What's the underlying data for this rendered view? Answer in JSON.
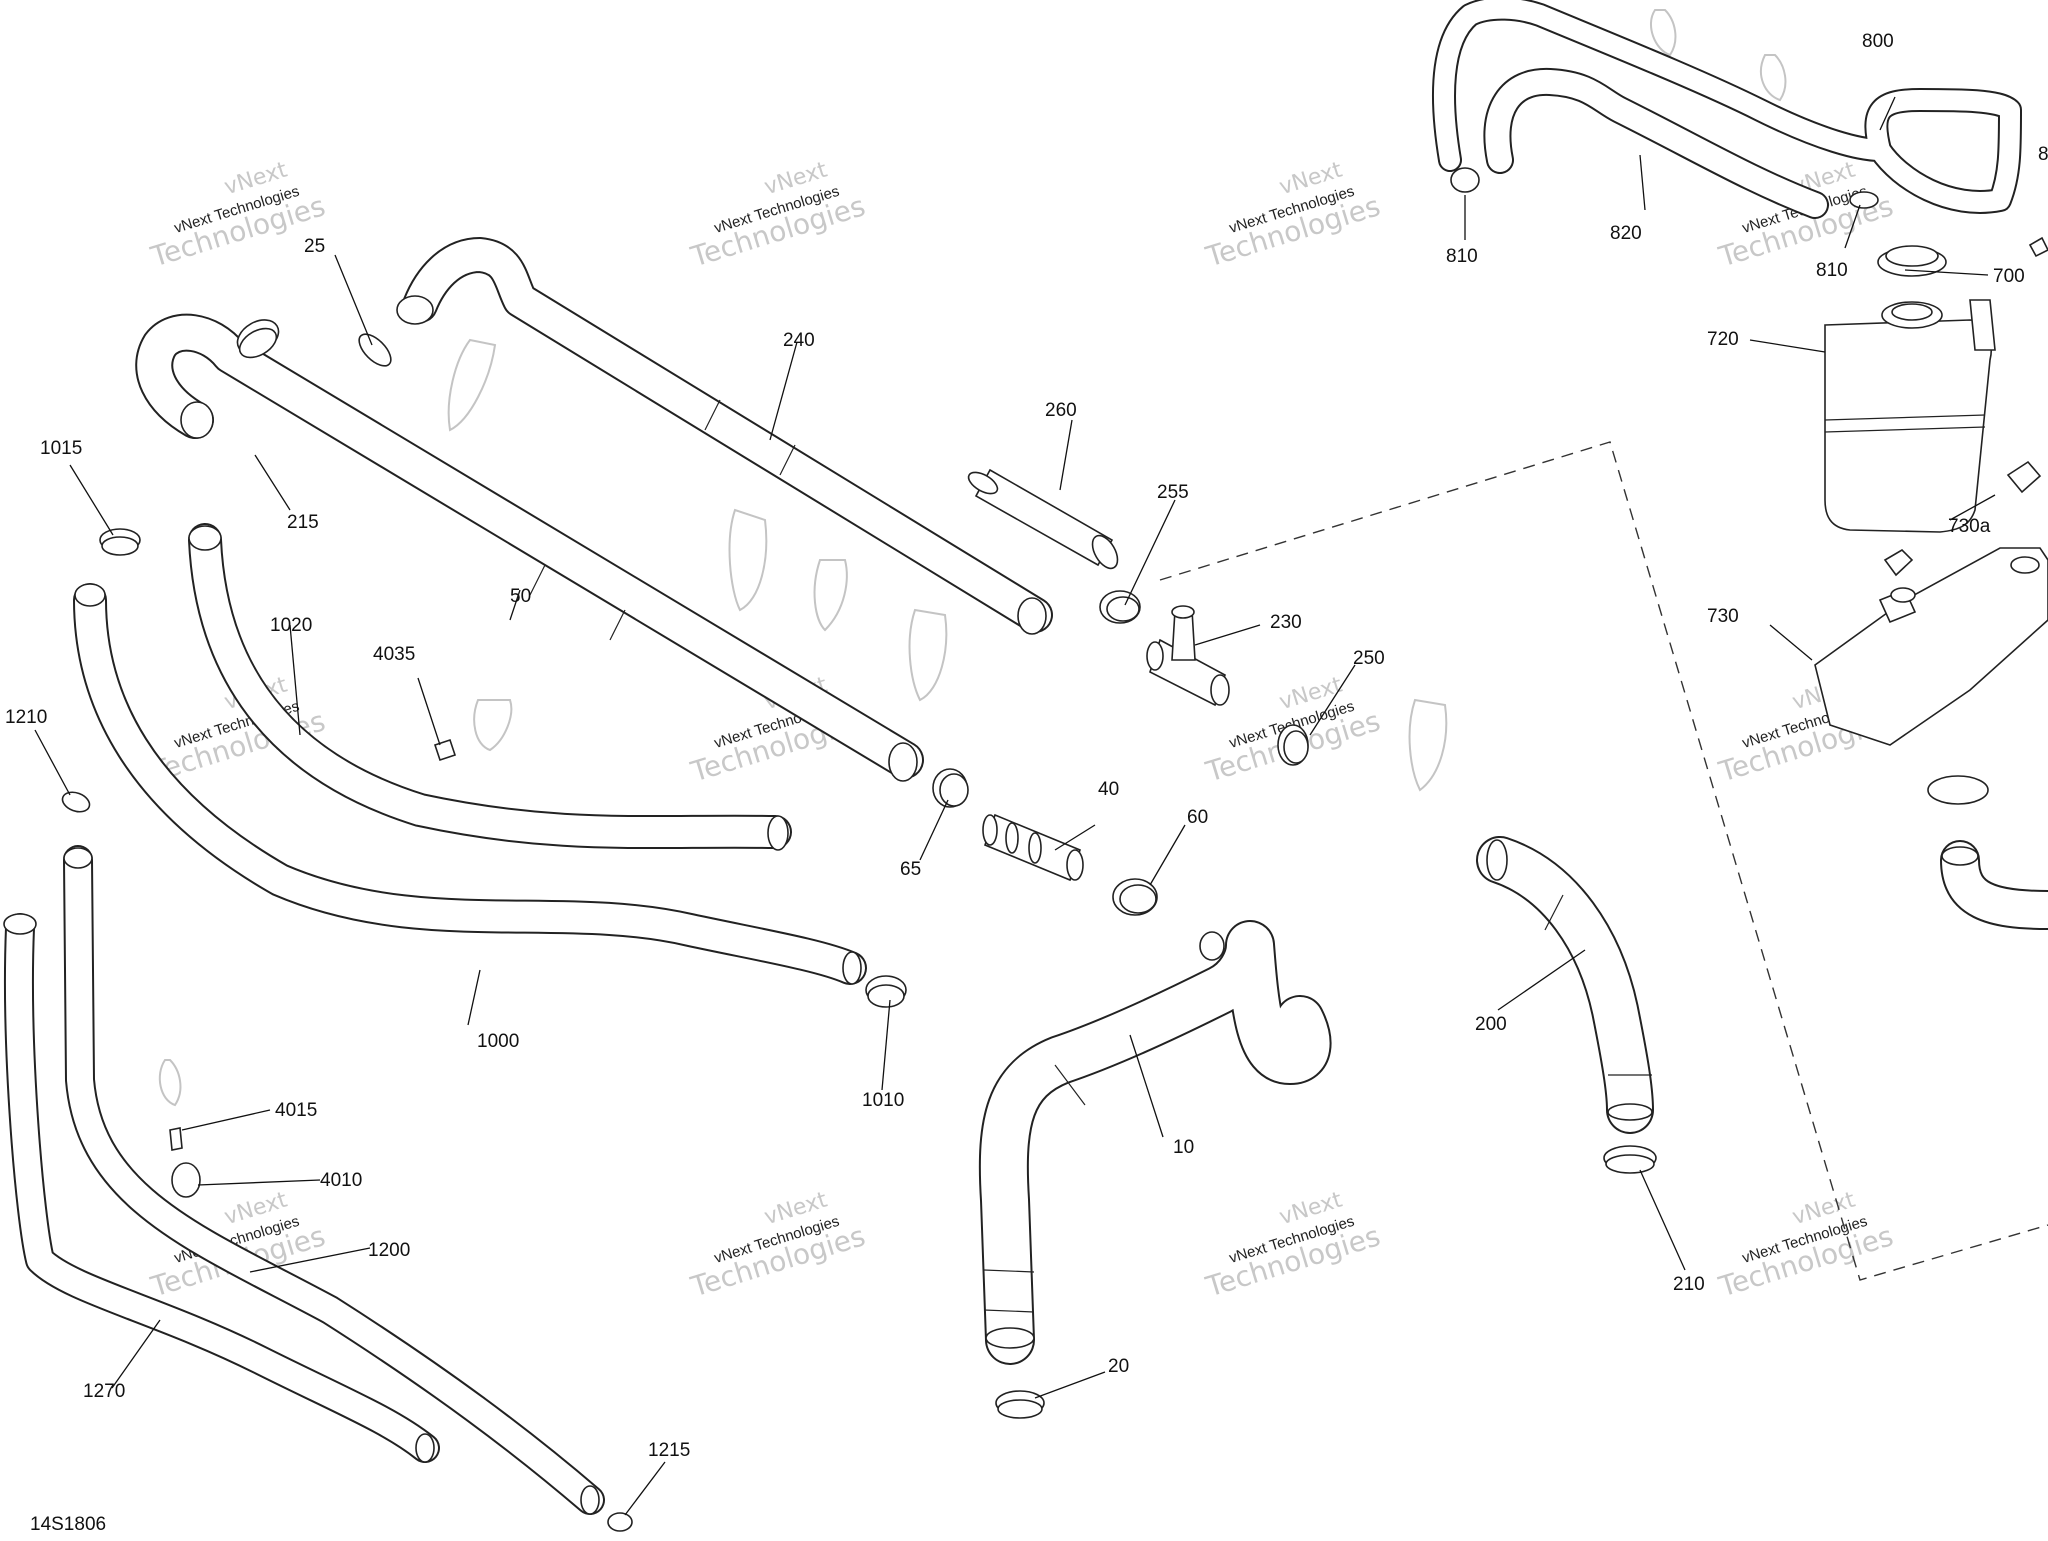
{
  "diagram": {
    "reference": "14S1806",
    "watermark": {
      "line1": "vNext",
      "line2": "vNext Technologies",
      "line3": "Technologies"
    },
    "labels": {
      "p10": "10",
      "p20": "20",
      "p25": "25",
      "p40": "40",
      "p50": "50",
      "p60": "60",
      "p65": "65",
      "p200": "200",
      "p210": "210",
      "p215": "215",
      "p230": "230",
      "p240": "240",
      "p250": "250",
      "p255": "255",
      "p260": "260",
      "p700": "700",
      "p720": "720",
      "p730": "730",
      "p730a": "730a",
      "p800": "800",
      "p810a": "810",
      "p810b": "810",
      "p820": "820",
      "p8x": "8",
      "p1000": "1000",
      "p1010": "1010",
      "p1015": "1015",
      "p1020": "1020",
      "p1200": "1200",
      "p1210": "1210",
      "p1215": "1215",
      "p1270": "1270",
      "p4010": "4010",
      "p4015": "4015",
      "p4035": "4035"
    }
  }
}
